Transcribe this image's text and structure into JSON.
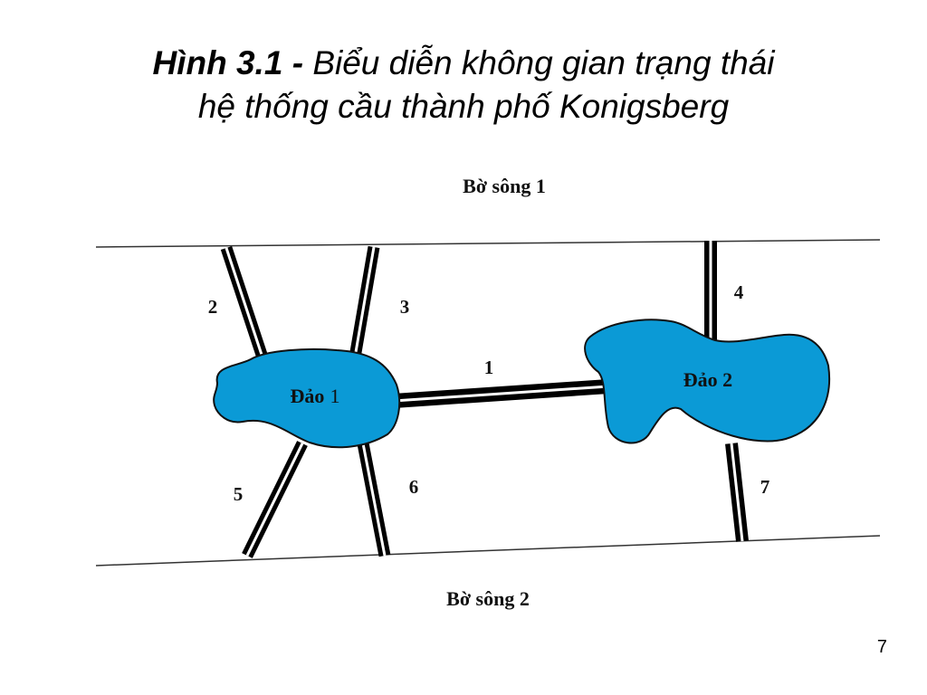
{
  "slide": {
    "title_lead": "Hình 3.1 -",
    "title_line1": "Biểu diễn không gian trạng thái",
    "title_line2": "hệ thống cầu thành phố Konigsberg",
    "page_number": "7"
  },
  "diagram": {
    "bank_top": "Bờ sông 1",
    "bank_bottom": "Bờ sông 2",
    "island_1": {
      "label_a": "Đảo",
      "label_b": "1"
    },
    "island_2": "Đảo 2",
    "island_color": "#0b9ad6",
    "bridges": [
      {
        "name": "bridge-1",
        "label": "1"
      },
      {
        "name": "bridge-2",
        "label": "2"
      },
      {
        "name": "bridge-3",
        "label": "3"
      },
      {
        "name": "bridge-4",
        "label": "4"
      },
      {
        "name": "bridge-5",
        "label": "5"
      },
      {
        "name": "bridge-6",
        "label": "6"
      },
      {
        "name": "bridge-7",
        "label": "7"
      }
    ]
  }
}
